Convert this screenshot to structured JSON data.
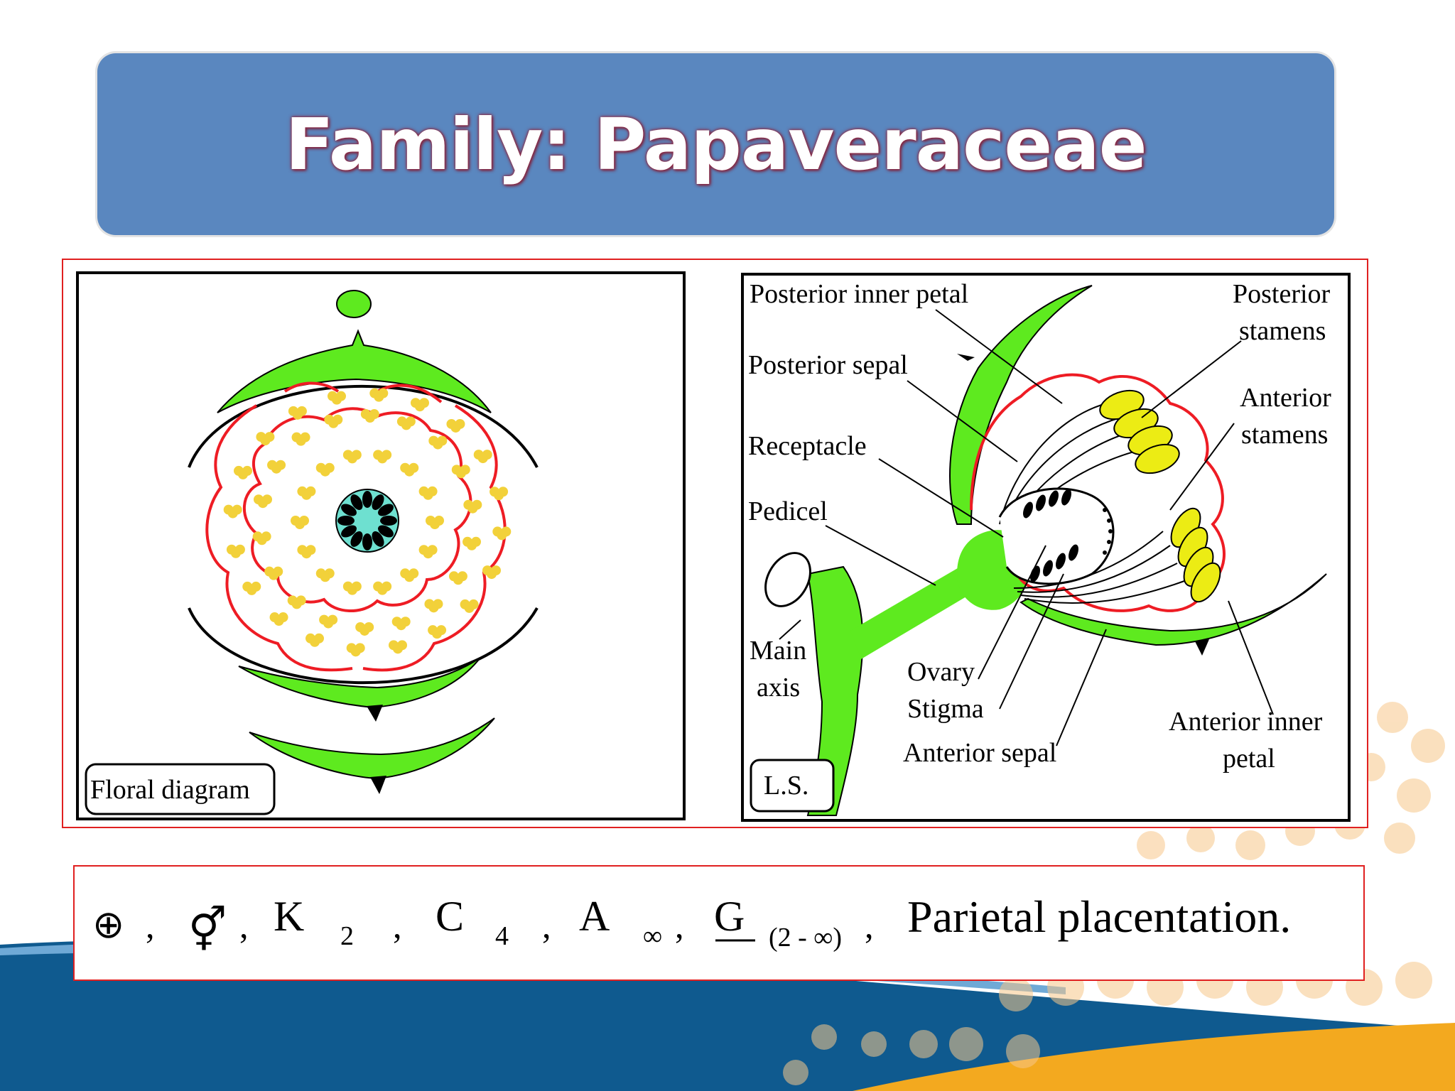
{
  "slide": {
    "title": "Family: Papaveraceae"
  },
  "floral_diagram": {
    "label": "Floral diagram",
    "colors": {
      "sepal": "#5eea1f",
      "petal": "#ee1c24",
      "stamen": "#f2d13a",
      "ovary": "#6ee0d0",
      "bract": "#5eea1f"
    }
  },
  "longitudinal_section": {
    "label": "L.S.",
    "annotations": {
      "posterior_inner_petal": "Posterior inner petal",
      "posterior_stamens_line1": "Posterior",
      "posterior_stamens_line2": "stamens",
      "posterior_sepal": "Posterior sepal",
      "anterior_stamens_line1": "Anterior",
      "anterior_stamens_line2": "stamens",
      "receptacle": "Receptacle",
      "pedicel": "Pedicel",
      "main_axis_line1": "Main",
      "main_axis_line2": "axis",
      "ovary": "Ovary",
      "stigma": "Stigma",
      "anterior_sepal": "Anterior sepal",
      "anterior_inner_petal_line1": "Anterior inner",
      "anterior_inner_petal_line2": "petal"
    }
  },
  "floral_formula": {
    "symmetry": "⊕",
    "sex": "⚥",
    "calyx_letter": "K",
    "calyx_count": "2",
    "corolla_letter": "C",
    "corolla_count": "4",
    "androecium_letter": "A",
    "androecium_count": "∞",
    "gynoecium_letter": "G",
    "gynoecium_count": "(2 - ∞)",
    "sep1": ",",
    "sep2": ",",
    "sep3": ",",
    "sep4": ",",
    "sep5": ",",
    "sep6": ",",
    "placentation": "Parietal placentation."
  }
}
